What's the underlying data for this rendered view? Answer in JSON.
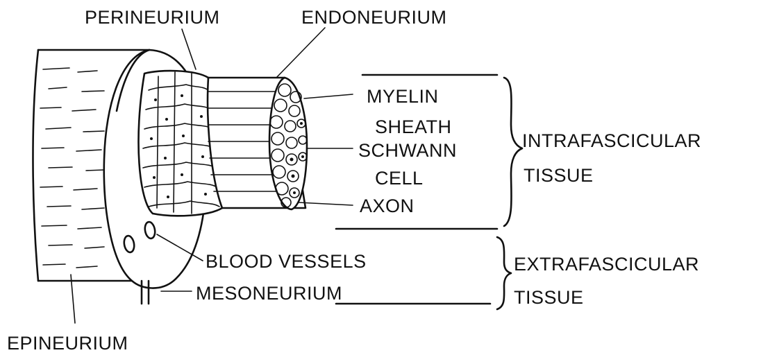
{
  "labels": {
    "perineurium": "PERINEURIUM",
    "endoneurium": "ENDONEURIUM",
    "myelin_line1": "MYELIN",
    "myelin_line2": "SHEATH",
    "schwann_line1": "SCHWANN",
    "schwann_line2": "CELL",
    "axon": "AXON",
    "intra_line1": "INTRAFASCICULAR",
    "intra_line2": "TISSUE",
    "blood_vessels": "BLOOD VESSELS",
    "mesoneurium": "MESONEURIUM",
    "extra_line1": "EXTRAFASCICULAR",
    "extra_line2": "TISSUE",
    "epineurium": "EPINEURIUM"
  },
  "colors": {
    "ink": "#111111",
    "background": "#ffffff"
  }
}
